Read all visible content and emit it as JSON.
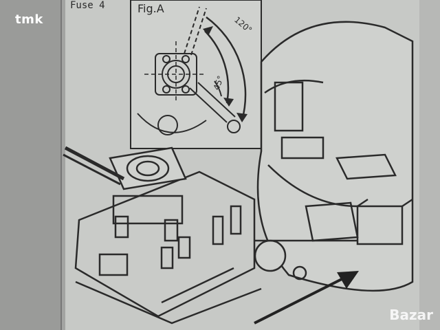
{
  "photo": {
    "subject": "printed manual page photo",
    "watermark_top": "tmk",
    "watermark_bottom": "Bazar"
  },
  "figure": {
    "label_top": "Fuse 4",
    "label_fig": "Fig.A",
    "angle_1": "120°",
    "angle_2": "45°"
  },
  "colors": {
    "paper": "#c9cbc8",
    "paper_shadow": "#a9aaa8",
    "ink": "#2a2a2a"
  }
}
